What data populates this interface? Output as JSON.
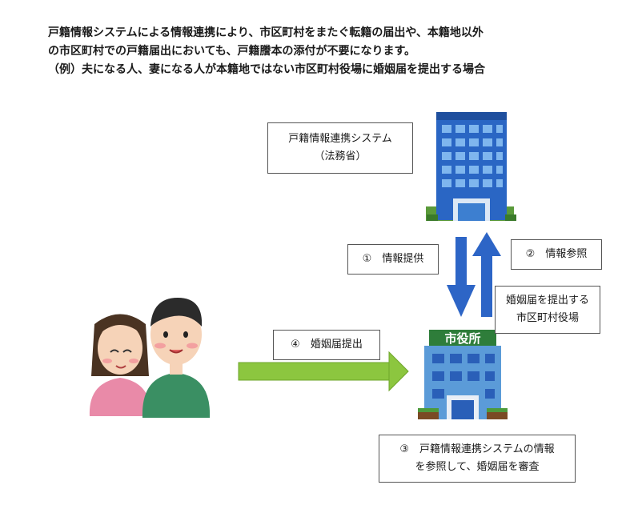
{
  "intro": {
    "line1": "戸籍情報システムによる情報連携により、市区町村をまたぐ転籍の届出や、本籍地以外",
    "line2": "の市区町村での戸籍届出においても、戸籍謄本の添付が不要になります。",
    "line3": "（例）夫になる人、妻になる人が本籍地ではない市区町村役場に婚姻届を提出する場合"
  },
  "system_box": {
    "line1": "戸籍情報連携システム",
    "line2": "（法務省）"
  },
  "step1": "①　情報提供",
  "step2": "②　情報参照",
  "office_box": {
    "line1": "婚姻届を提出する",
    "line2": "市区町村役場"
  },
  "step4": "④　婚姻届提出",
  "step3": {
    "line1": "③　戸籍情報連携システムの情報",
    "line2": "を参照して、婚姻届を審査"
  },
  "city_hall_sign": "市役所",
  "colors": {
    "building_blue": "#2a66c4",
    "window_light": "#7fb6ee",
    "arrow_blue": "#2d65c6",
    "arrow_green": "#8cc63f",
    "sign_green": "#2e7d3a"
  }
}
